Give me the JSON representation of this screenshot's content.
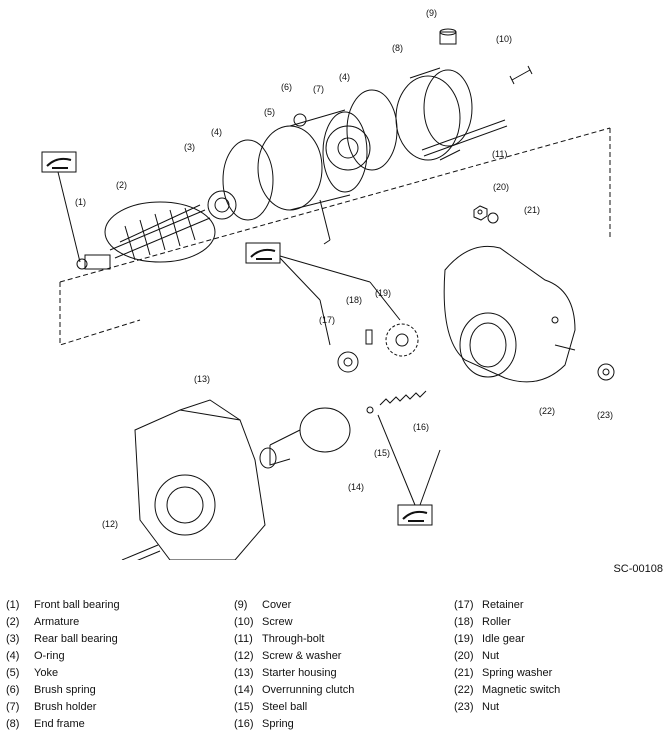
{
  "figure": {
    "code": "SC-00108",
    "callouts": [
      "(1)",
      "(2)",
      "(3)",
      "(4)",
      "(5)",
      "(6)",
      "(7)",
      "(4)",
      "(8)",
      "(9)",
      "(10)",
      "(11)",
      "(20)",
      "(21)",
      "(18)",
      "(19)",
      "(17)",
      "(22)",
      "(23)",
      "(13)",
      "(16)",
      "(15)",
      "(14)",
      "(12)"
    ]
  },
  "legend": {
    "col1": [
      {
        "num": "(1)",
        "label": "Front ball bearing"
      },
      {
        "num": "(2)",
        "label": "Armature"
      },
      {
        "num": "(3)",
        "label": "Rear ball bearing"
      },
      {
        "num": "(4)",
        "label": "O-ring"
      },
      {
        "num": "(5)",
        "label": "Yoke"
      },
      {
        "num": "(6)",
        "label": "Brush spring"
      },
      {
        "num": "(7)",
        "label": "Brush holder"
      },
      {
        "num": "(8)",
        "label": "End frame"
      }
    ],
    "col2": [
      {
        "num": "(9)",
        "label": "Cover"
      },
      {
        "num": "(10)",
        "label": "Screw"
      },
      {
        "num": "(11)",
        "label": "Through-bolt"
      },
      {
        "num": "(12)",
        "label": "Screw & washer"
      },
      {
        "num": "(13)",
        "label": "Starter housing"
      },
      {
        "num": "(14)",
        "label": "Overrunning clutch"
      },
      {
        "num": "(15)",
        "label": "Steel ball"
      },
      {
        "num": "(16)",
        "label": "Spring"
      }
    ],
    "col3": [
      {
        "num": "(17)",
        "label": "Retainer"
      },
      {
        "num": "(18)",
        "label": "Roller"
      },
      {
        "num": "(19)",
        "label": "Idle gear"
      },
      {
        "num": "(20)",
        "label": "Nut"
      },
      {
        "num": "(21)",
        "label": "Spring washer"
      },
      {
        "num": "(22)",
        "label": "Magnetic switch"
      },
      {
        "num": "(23)",
        "label": "Nut"
      }
    ]
  }
}
